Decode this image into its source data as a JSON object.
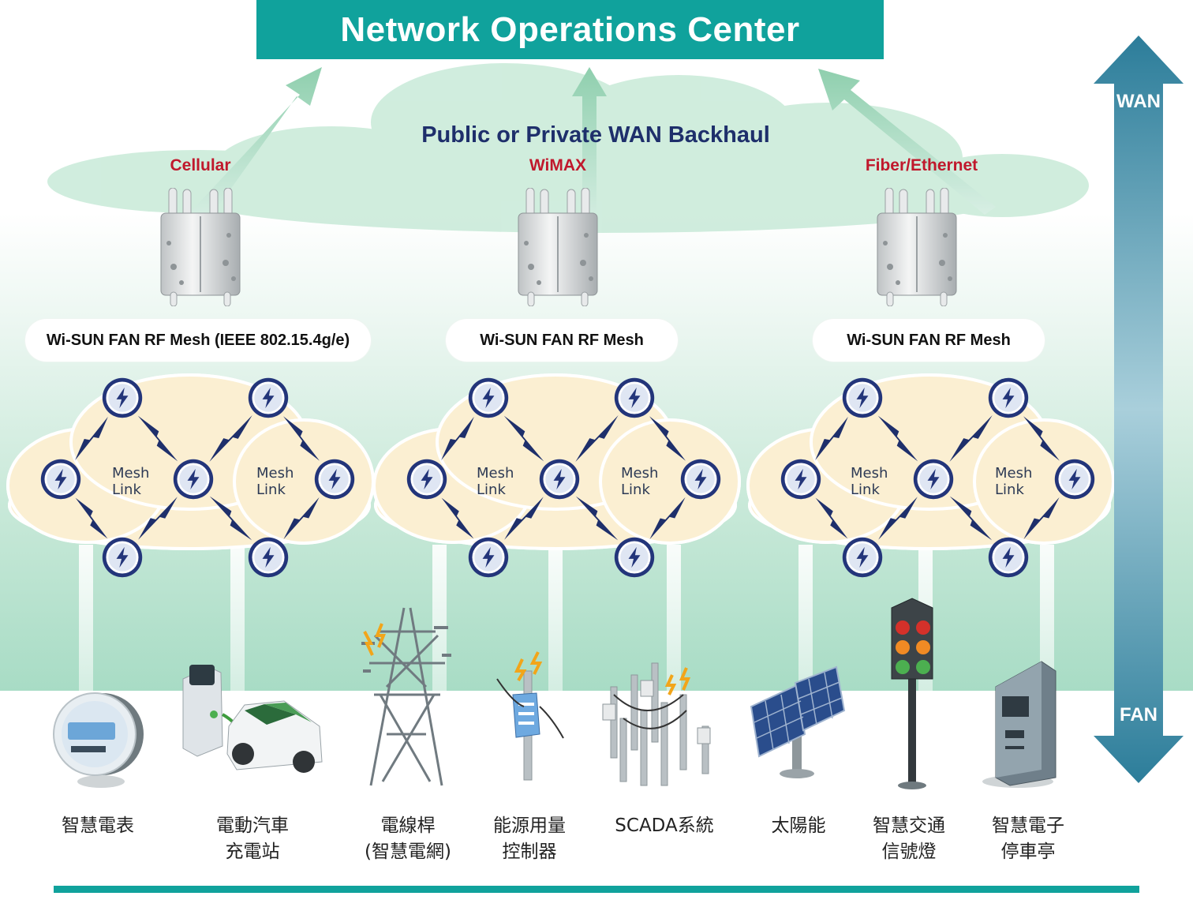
{
  "header": {
    "title": "Network Operations Center"
  },
  "wan": {
    "title": "Public or Private WAN Backhaul",
    "backhaul": [
      "Cellular",
      "WiMAX",
      "Fiber/Ethernet"
    ]
  },
  "clusters": [
    {
      "pill": "Wi-SUN FAN RF Mesh (IEEE 802.15.4g/e)",
      "mesh_left": [
        "Mesh",
        "Link"
      ],
      "mesh_right": [
        "Mesh",
        "Link"
      ]
    },
    {
      "pill": "Wi-SUN FAN RF Mesh",
      "mesh_left": [
        "Mesh",
        "Link"
      ],
      "mesh_right": [
        "Mesh",
        "Link"
      ]
    },
    {
      "pill": "Wi-SUN FAN RF Mesh",
      "mesh_left": [
        "Mesh",
        "Link"
      ],
      "mesh_right": [
        "Mesh",
        "Link"
      ]
    }
  ],
  "layer_arrow": {
    "top": "WAN",
    "bottom": "FAN"
  },
  "devices": [
    {
      "line1": "智慧電表",
      "line2": "",
      "icon": "smart-meter-icon"
    },
    {
      "line1": "電動汽車",
      "line2": "充電站",
      "icon": "ev-charger-icon"
    },
    {
      "line1": "電線桿",
      "line2": "(智慧電網)",
      "icon": "power-tower-icon"
    },
    {
      "line1": "能源用量",
      "line2": "控制器",
      "icon": "energy-controller-icon"
    },
    {
      "line1": "SCADA系統",
      "line2": "",
      "icon": "scada-icon"
    },
    {
      "line1": "太陽能",
      "line2": "",
      "icon": "solar-panel-icon"
    },
    {
      "line1": "智慧交通",
      "line2": "信號燈",
      "icon": "traffic-light-icon"
    },
    {
      "line1": "智慧電子",
      "line2": "停車亭",
      "icon": "parking-kiosk-icon"
    }
  ],
  "colors": {
    "banner": "#10a29c",
    "wan_title": "#1e2f6b",
    "backhaul_label": "#c0182c",
    "node_ring": "#23357a",
    "mesh_cloud": "#fbefd2",
    "layer_arrow_top": "#2c7d9a",
    "layer_arrow_mid": "#a9cfdb"
  }
}
